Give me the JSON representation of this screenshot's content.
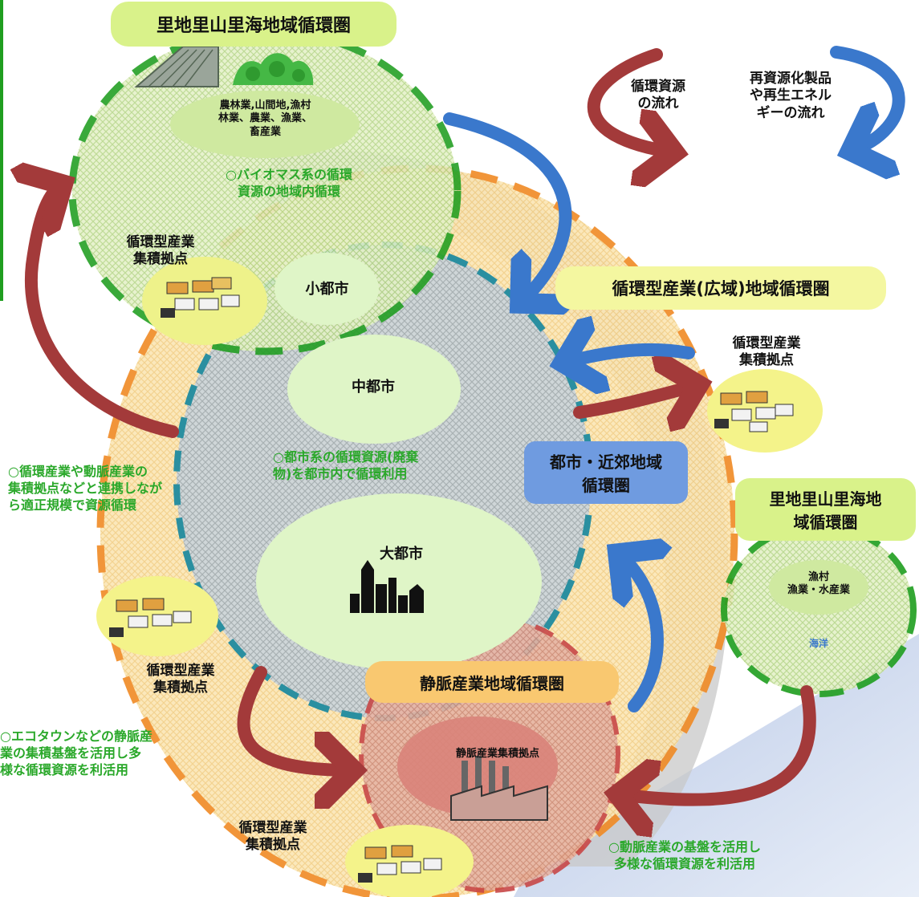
{
  "titles": {
    "satoyama_top": "里地里山里海地域循環圏",
    "circular_wide": "循環型産業(広域)地域循環圏",
    "urban_suburb_line1": "都市・近郊地域",
    "urban_suburb_line2": "循環圏",
    "satoyama_right_line1": "里地里山里海地",
    "satoyama_right_line2": "域循環圏",
    "venous": "静脈産業地域循環圏"
  },
  "legend": {
    "red_line1": "循環資源",
    "red_line2": "の流れ",
    "blue_line1": "再資源化製品",
    "blue_line2": "や再生エネル",
    "blue_line3": "ギーの流れ"
  },
  "satoyama_inner": {
    "line1": "農林業,山間地,漁村",
    "line2": "林業、農業、漁業、",
    "line3": "畜産業"
  },
  "notes": {
    "biomass_line1": "○バイオマス系の循環",
    "biomass_line2": "資源の地域内循環",
    "urban_line1": "○都市系の循環資源(廃棄",
    "urban_line2": "物)を都市内で循環利用",
    "left_line1": "○循環産業や動脈産業の",
    "left_line2": "集積拠点などと連携しなが",
    "left_line3": "ら適正規模で資源循環",
    "eco_line1": "○エコタウンなどの静脈産",
    "eco_line2": "業の集積基盤を活用し多",
    "eco_line3": "様な循環資源を利活用",
    "arterial_line1": "○動脈産業の基盤を活用し",
    "arterial_line2": "多様な循環資源を利活用"
  },
  "cities": {
    "small": "小都市",
    "medium": "中都市",
    "large": "大都市"
  },
  "hubs": {
    "hub_label_line1": "循環型産業",
    "hub_label_line2": "集積拠点",
    "hub_right_line1": "循環型産業",
    "hub_right_line2": "集積拠点"
  },
  "coastal": {
    "fishing_line1": "漁村",
    "fishing_line2": "漁業・水産業",
    "sea": "海洋"
  },
  "venous_factory": "静脈産業集積拠点",
  "colors": {
    "green_dash": "#1f9e1f",
    "orange_dash": "#f08a24",
    "teal_dash": "#2a8fa0",
    "red_dash": "#c84848",
    "red_arrow": "#a33a3a",
    "blue_arrow": "#3a78cc",
    "pill_yellow": "#f4f7a0",
    "pill_green": "#d9f28a",
    "pill_blue": "#6f9be0",
    "pill_orange": "#f9c870",
    "note_green": "#2aa82a"
  }
}
